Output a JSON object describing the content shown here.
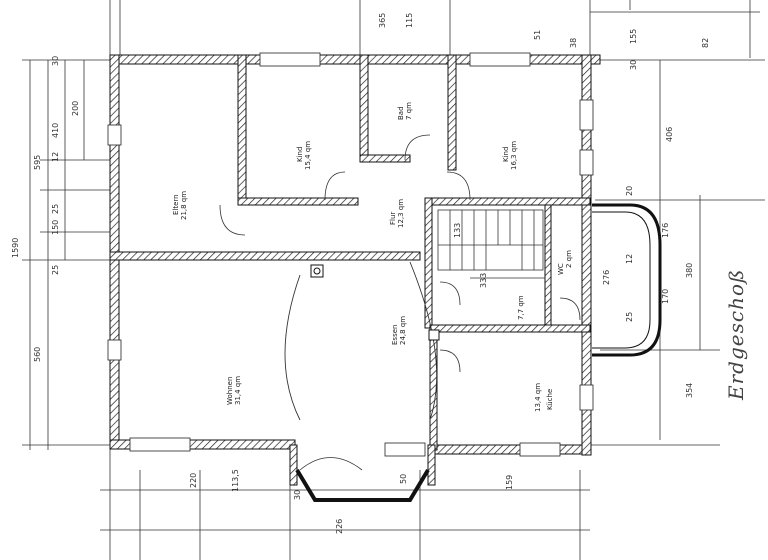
{
  "sheet_title": "Erdgeschoß",
  "rooms": [
    {
      "name": "Eltern",
      "area": "21,8 qm"
    },
    {
      "name": "Kind",
      "area": "15,4 qm"
    },
    {
      "name": "Bad",
      "area": "7 qm"
    },
    {
      "name": "Kind",
      "area": "16,3 qm"
    },
    {
      "name": "Flur",
      "area": "12,3 qm"
    },
    {
      "name": "Wohnen",
      "area": "31,4 qm"
    },
    {
      "name": "Essen",
      "area": "24,8 qm"
    },
    {
      "name": "WC",
      "area": "2 qm"
    },
    {
      "name": "",
      "area": "7,7 qm"
    },
    {
      "name": "Küche",
      "area": "13,4 qm"
    }
  ],
  "dimensions": {
    "left_outer": "1590",
    "left_upper": "595",
    "left_lower": "560",
    "left_a": "410",
    "left_b": "200",
    "left_c": "150",
    "left_d": "25",
    "left_e": "12",
    "left_f": "25",
    "left_g": "30",
    "right_a": "406",
    "right_b": "380",
    "right_c": "354",
    "right_d": "176",
    "right_e": "170",
    "right_f": "276",
    "right_g": "12",
    "right_h": "25",
    "right_i": "20",
    "right_j": "30",
    "top_a": "365",
    "top_b": "115",
    "top_c": "155",
    "top_d": "51",
    "top_e": "82",
    "top_f": "38",
    "bottom_a": "220",
    "bottom_b": "113,5",
    "bottom_c": "226",
    "bottom_d": "159",
    "bottom_e": "50",
    "bottom_f": "30",
    "stair_a": "333",
    "stair_b": "133"
  }
}
